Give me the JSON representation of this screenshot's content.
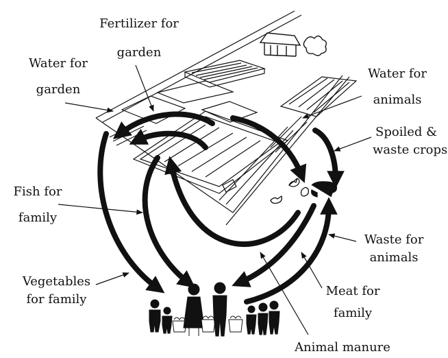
{
  "labels": {
    "fertilizer": [
      "Fertilizer for",
      "garden"
    ],
    "water_garden": [
      "Water for",
      "garden"
    ],
    "water_animals": [
      "Water for",
      "animals"
    ],
    "spoiled_crops": [
      "Spoiled &",
      "waste crops"
    ],
    "fish": [
      "Fish for",
      "family"
    ],
    "vegetables": [
      "Vegetables",
      "for family"
    ],
    "waste_animals": [
      "Waste for",
      "animals"
    ],
    "meat": [
      "Meat for",
      "family"
    ],
    "manure": "Animal manure"
  },
  "colors": {
    "ink": "#111111",
    "background": "#ffffff"
  }
}
